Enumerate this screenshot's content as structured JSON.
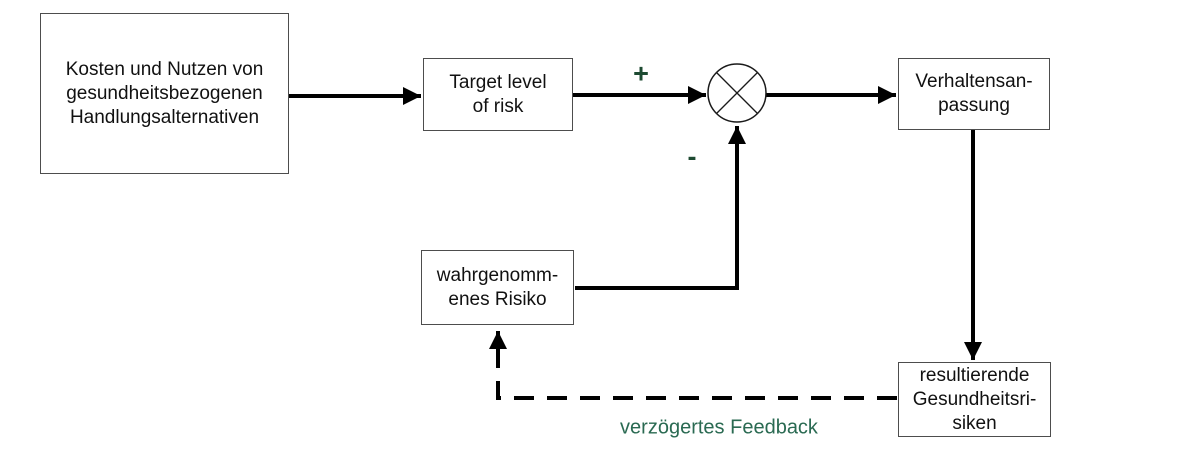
{
  "boxes": {
    "costs": {
      "lines": [
        "Kosten und Nutzen von",
        "gesundheitsbezogenen",
        "Handlungsalternativen"
      ]
    },
    "target": {
      "lines": [
        "Target level",
        "of risk"
      ]
    },
    "behavior": {
      "lines": [
        "Verhaltensan-",
        "passung"
      ]
    },
    "perceived": {
      "lines": [
        "wahrgenomm-",
        "enes Risiko"
      ]
    },
    "resulting": {
      "lines": [
        "resultierende",
        "Gesundheitsri-",
        "siken"
      ]
    }
  },
  "labels": {
    "plus": "+",
    "minus": "-",
    "feedback": "verzögertes Feedback"
  },
  "colors": {
    "sign_green": "#1d4a31",
    "feedback_green": "#2a6a52",
    "line_black": "#000000",
    "box_border": "#4d4d4d"
  }
}
